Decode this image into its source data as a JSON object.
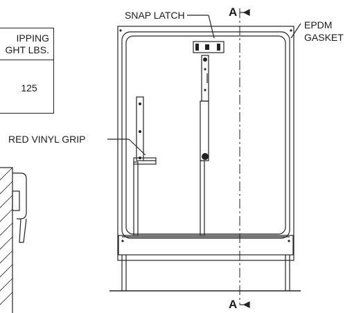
{
  "labels": {
    "snap_latch": "SNAP LATCH",
    "epdm_line1": "EPDM",
    "epdm_line2": "GASKET",
    "red_vinyl_grip": "RED VINYL GRIP",
    "section_top": "A",
    "section_bottom": "A"
  },
  "weight_table": {
    "header_line1": "IPPING",
    "header_line2": "GHT LBS.",
    "value": "125"
  },
  "colors": {
    "line": "#222222",
    "background": "#ffffff"
  }
}
